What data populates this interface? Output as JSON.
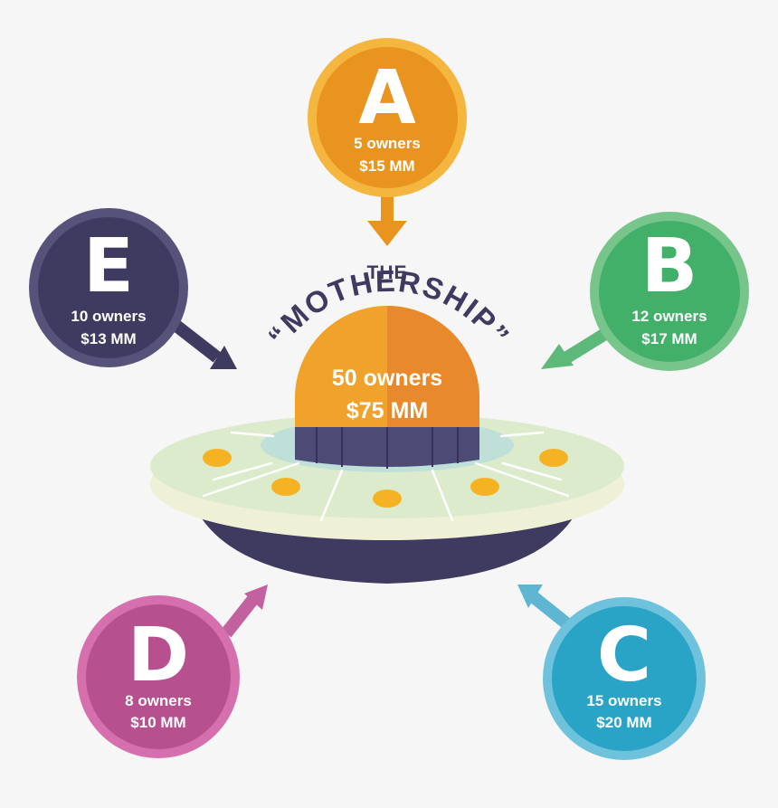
{
  "mothership": {
    "the": "THE",
    "title": "“MOTHERSHIP”",
    "owners": "50 owners",
    "amount": "$75 MM"
  },
  "groups": {
    "a": {
      "letter": "A",
      "owners": "5 owners",
      "amount": "$15 MM",
      "color": "#e8941f"
    },
    "b": {
      "letter": "B",
      "owners": "12 owners",
      "amount": "$17 MM",
      "color": "#43b06a"
    },
    "c": {
      "letter": "C",
      "owners": "15 owners",
      "amount": "$20 MM",
      "color": "#29a3c6"
    },
    "d": {
      "letter": "D",
      "owners": "8 owners",
      "amount": "$10 MM",
      "color": "#b6508f"
    },
    "e": {
      "letter": "E",
      "owners": "10 owners",
      "amount": "$13 MM",
      "color": "#3f3a60"
    }
  },
  "colors": {
    "dome": "#f0a22a",
    "dome_shade": "#e8892b",
    "saucer_top": "#dcebcc",
    "saucer_rim": "#eef1d6",
    "saucer_base": "#3f3a60",
    "lights": "#f5b324",
    "text_dark": "#3f3a60"
  }
}
